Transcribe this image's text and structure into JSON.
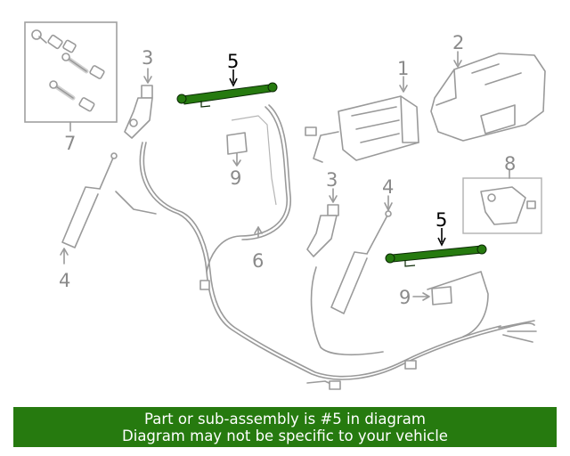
{
  "callouts": {
    "c1": "1",
    "c2": "2",
    "c3a": "3",
    "c3b": "3",
    "c4a": "4",
    "c4b": "4",
    "c5a": "5",
    "c5b": "5",
    "c6": "6",
    "c7": "7",
    "c8": "8",
    "c9a": "9",
    "c9b": "9"
  },
  "highlight_color": "#267a0f",
  "banner": {
    "line1": "Part or sub-assembly is #5 in diagram",
    "line2": "Diagram may not be specific to your vehicle"
  }
}
